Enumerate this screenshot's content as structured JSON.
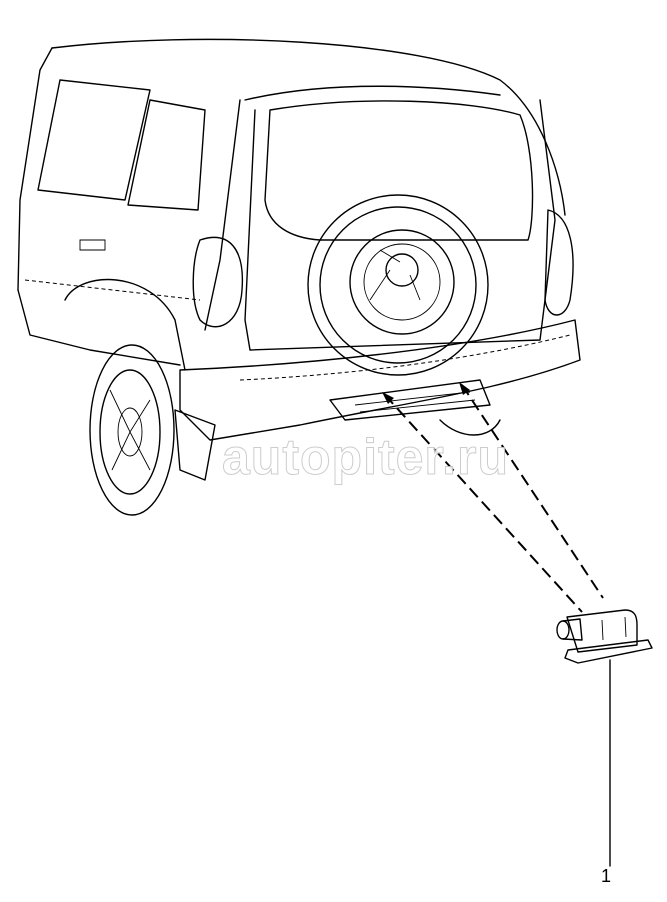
{
  "diagram": {
    "callouts": [
      {
        "label": "1",
        "part": "license-plate-lamp"
      }
    ],
    "watermark": "autopiter.ru",
    "line_color": "#000000",
    "watermark_color": "#c8c8c8"
  }
}
